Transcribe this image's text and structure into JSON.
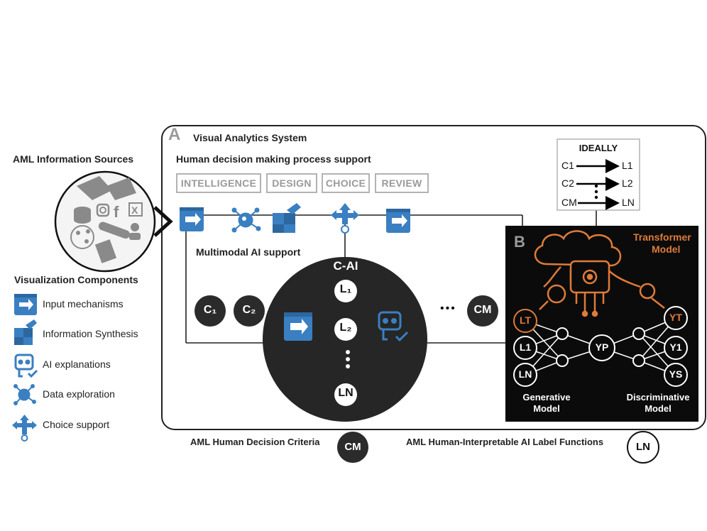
{
  "sources": {
    "title": "AML Information Sources"
  },
  "legend": {
    "title": "Visualization Components",
    "items": [
      {
        "label": "Input mechanisms",
        "icon": "input-mechanism-icon"
      },
      {
        "label": "Information Synthesis",
        "icon": "puzzle-icon"
      },
      {
        "label": "AI explanations",
        "icon": "robot-icon"
      },
      {
        "label": "Data exploration",
        "icon": "data-exploration-icon"
      },
      {
        "label": "Choice support",
        "icon": "choice-support-icon"
      }
    ]
  },
  "panel_a": {
    "letter": "A",
    "title": "Visual Analytics System",
    "subtitle": "Human decision making process support",
    "stages": [
      "INTELLIGENCE",
      "DESIGN",
      "CHOICE",
      "REVIEW"
    ],
    "multimodal": "Multimodal AI support",
    "cai": "C-AI",
    "criteria": [
      "C₁",
      "C₂",
      "CM"
    ],
    "ellipsis": "•••",
    "labels": [
      "L₁",
      "L₂",
      "LN"
    ]
  },
  "ideally": {
    "title": "IDEALLY",
    "rows": [
      {
        "c": "C1",
        "l": "L1"
      },
      {
        "c": "C2",
        "l": "L2"
      },
      {
        "c": "CM",
        "l": "LN"
      }
    ]
  },
  "panel_b": {
    "letter": "B",
    "transformer": [
      "Transformer",
      "Model"
    ],
    "left_nodes": [
      "LT",
      "L1",
      "LN"
    ],
    "center_node": "YP",
    "right_nodes": [
      "YT",
      "Y1",
      "YS"
    ],
    "generative": [
      "Generative",
      "Model"
    ],
    "discriminative": [
      "Discriminative",
      "Model"
    ]
  },
  "bottom": {
    "criteria_label": "AML Human Decision Criteria",
    "criteria_badge": "CM",
    "functions_label": "AML Human-Interpretable AI Label Functions",
    "functions_badge": "LN"
  },
  "colors": {
    "blue": "#3a7fc1",
    "orange": "#e07b39",
    "dark": "#2b2b2b",
    "gray_border": "#b3b3b3"
  }
}
